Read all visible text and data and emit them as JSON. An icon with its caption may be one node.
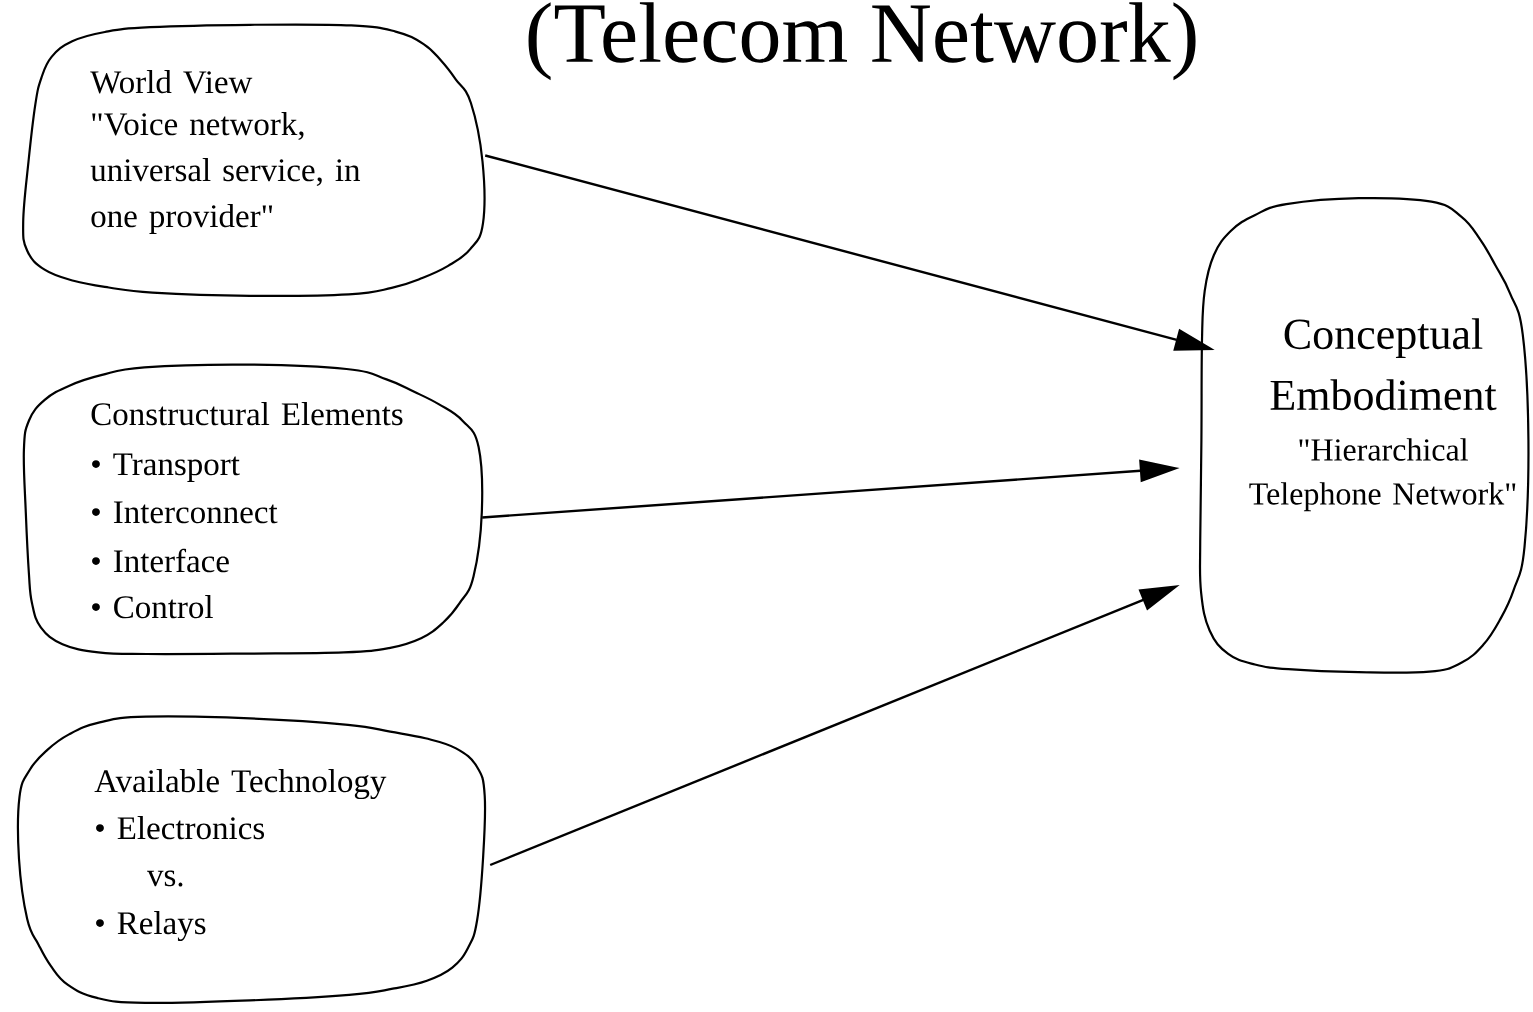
{
  "diagram": {
    "title": "(Telecom Network)",
    "nodes": [
      {
        "text": [
          "World View",
          "\"Voice network, universal service, in one provider\""
        ]
      },
      {
        "text": [
          "Constructural Elements",
          "• Transport",
          "• Interconnect",
          "• Interface",
          "• Control"
        ]
      },
      {
        "text": [
          "Available Technology",
          "• Electronics",
          "vs.",
          "• Relays"
        ]
      },
      {
        "text": [
          "Conceptual Embodiment",
          "\"Hierarchical Telephone Network\""
        ]
      }
    ],
    "edges": [
      {
        "from": 0,
        "to": 3,
        "arrow": "to"
      },
      {
        "from": 1,
        "to": 3,
        "arrow": "to"
      },
      {
        "from": 2,
        "to": 3,
        "arrow": "to"
      }
    ]
  }
}
